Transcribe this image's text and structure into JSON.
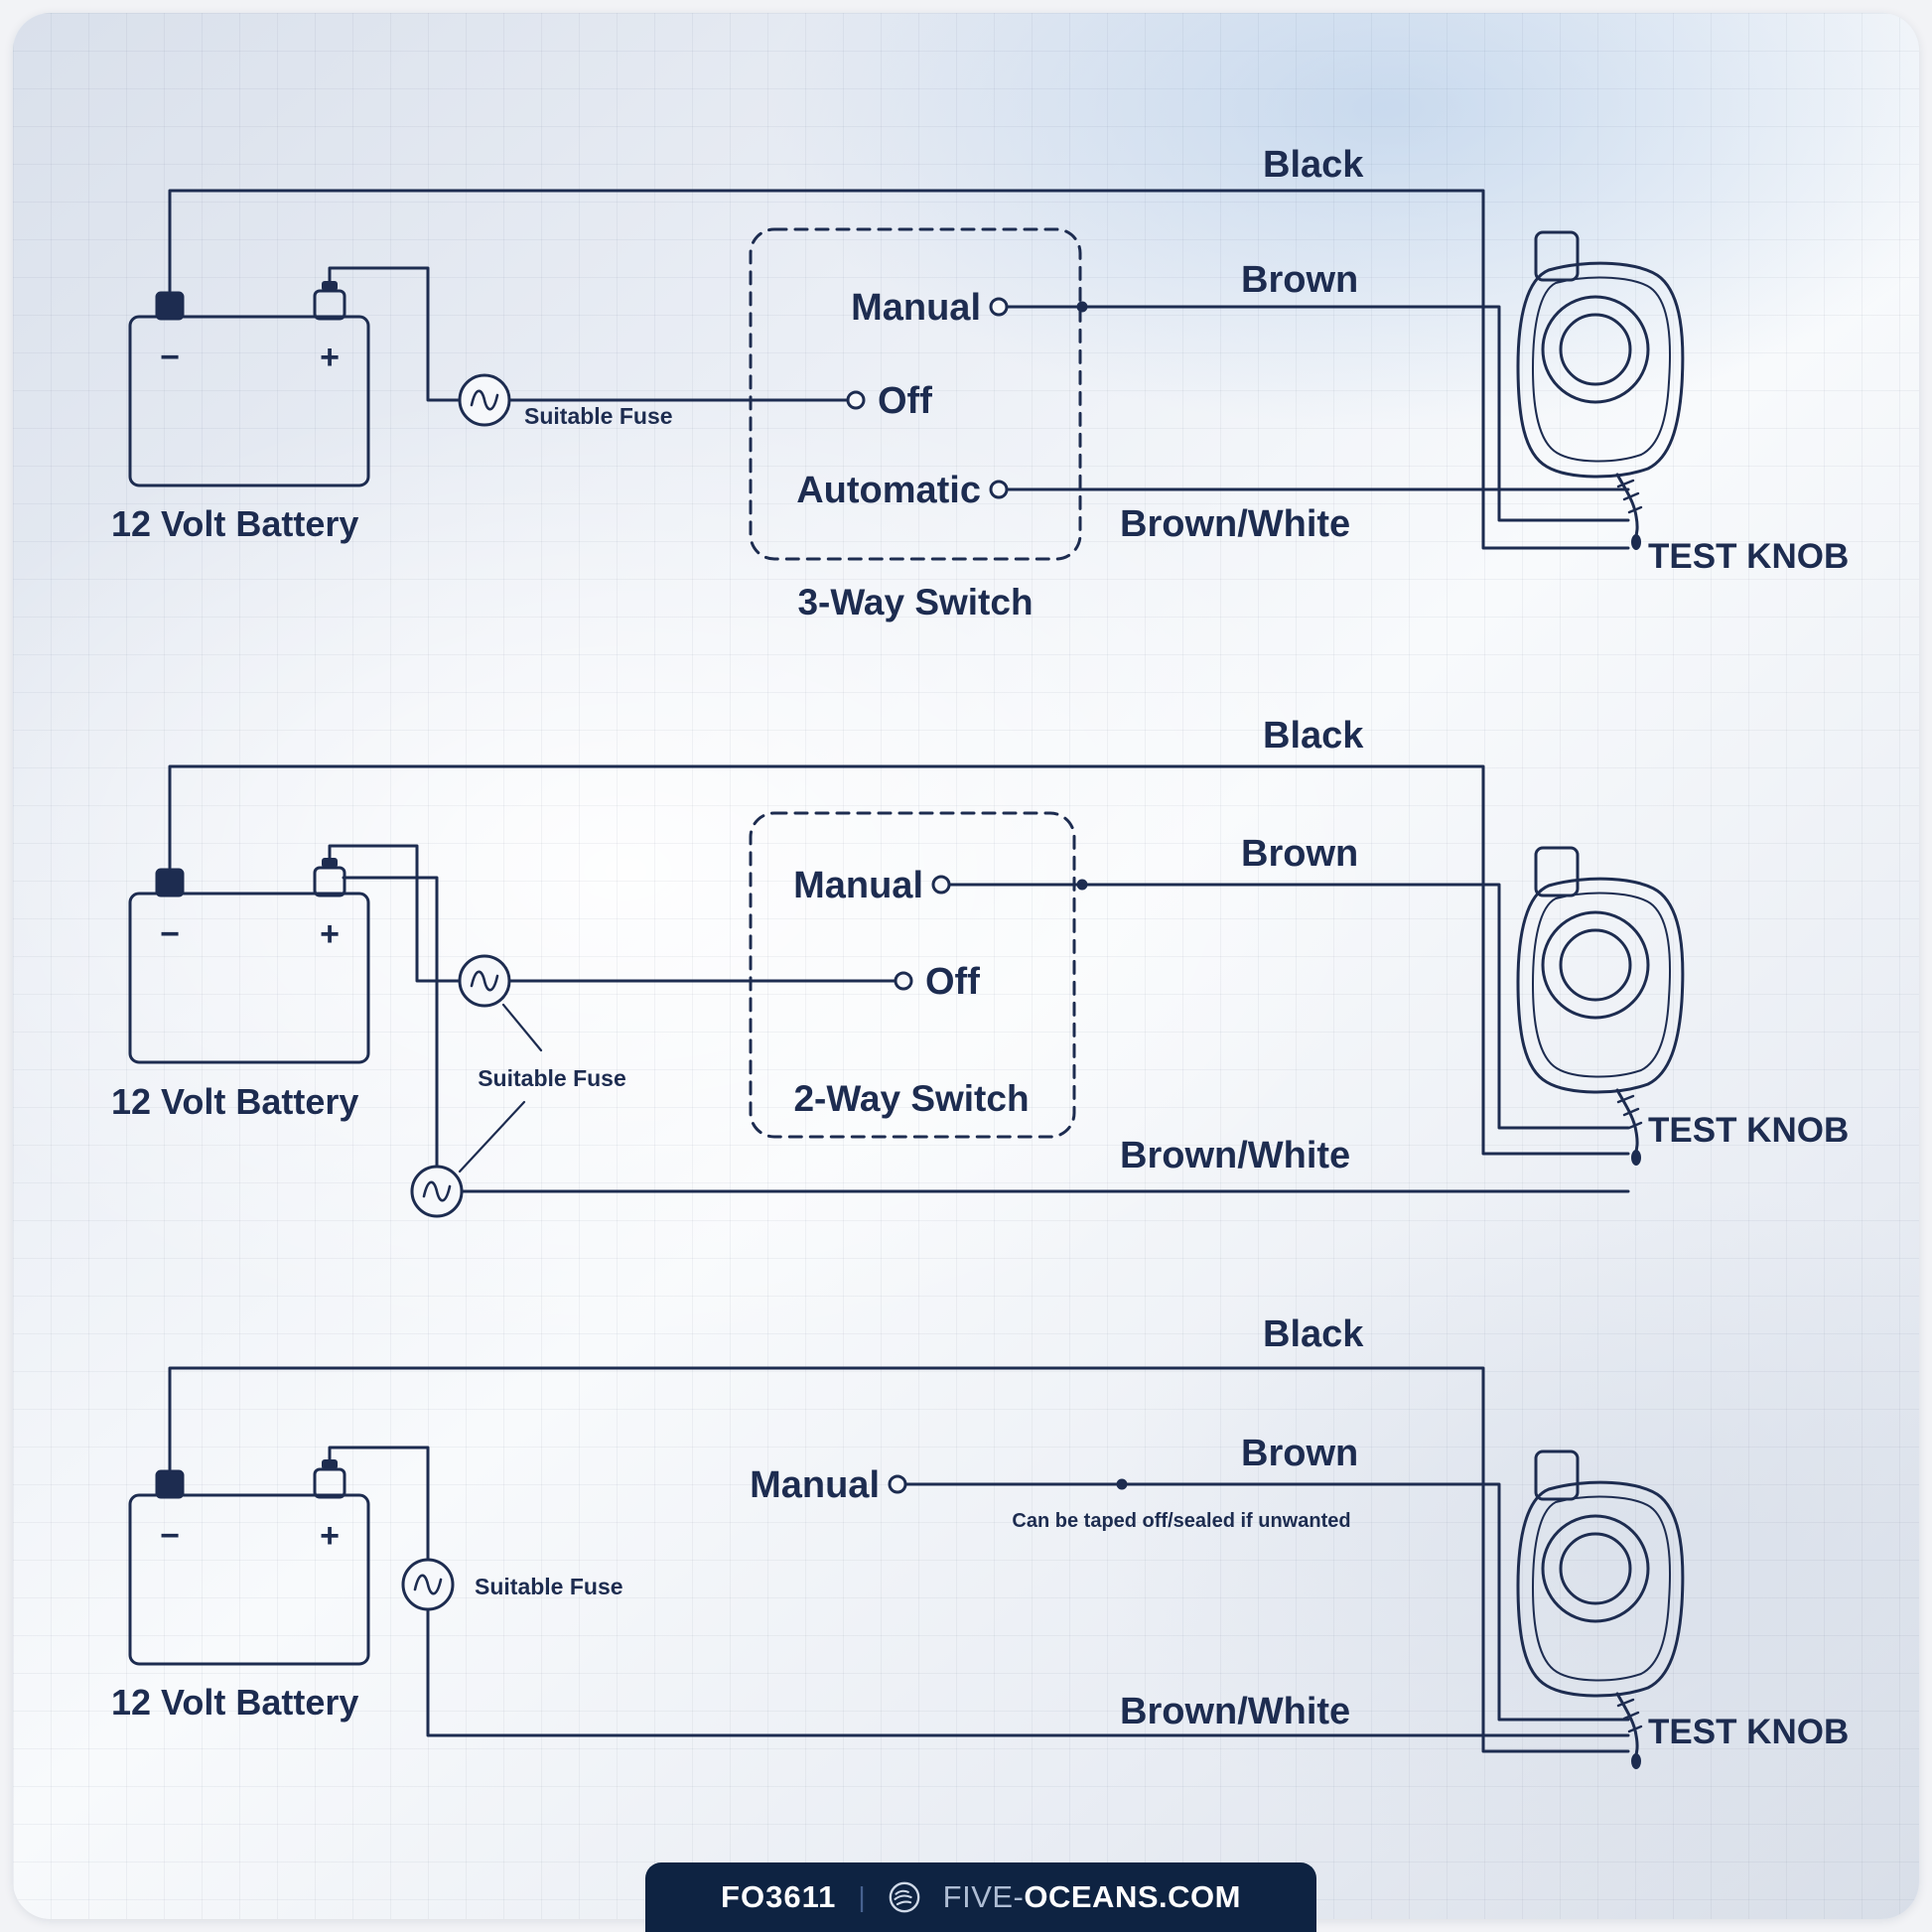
{
  "palette": {
    "ink": "#1d2c50",
    "footer_bg": "#0e2342"
  },
  "labels": {
    "battery": "12 Volt Battery",
    "fuse": "Suitable Fuse",
    "test_knob": "TEST KNOB",
    "minus": "−",
    "plus": "+",
    "black": "Black",
    "brown": "Brown",
    "brown_white": "Brown/White",
    "manual": "Manual",
    "off": "Off",
    "automatic": "Automatic"
  },
  "diagrams": [
    {
      "switch": "3-Way Switch"
    },
    {
      "switch": "2-Way Switch"
    },
    {
      "note": "Can be taped off/sealed if unwanted"
    }
  ],
  "footer": {
    "model_code": "FO3611",
    "divider": "|",
    "brand_prefix": "FIVE-",
    "brand_suffix": "OCEANS.COM"
  }
}
